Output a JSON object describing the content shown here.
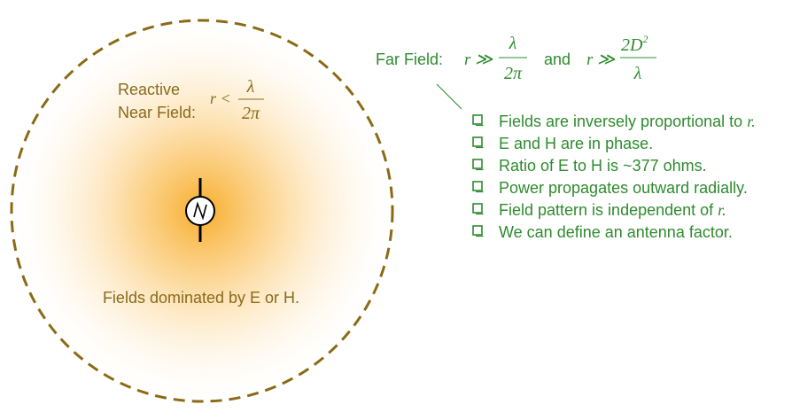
{
  "colors": {
    "near_text": "#8a6a1a",
    "far_text": "#2e8b2e",
    "boundary": "#8b6a14",
    "glow": "#f5a623",
    "antenna": "#000000"
  },
  "near_field": {
    "label_line1": "Reactive",
    "label_line2": "Near Field:",
    "condition_lhs": "r <",
    "condition_num": "λ",
    "condition_den": "2π",
    "caption": "Fields dominated by E or H."
  },
  "source_icon": "ac-source-icon",
  "far_field": {
    "label": "Far Field:",
    "cond1_lhs": "r ≫",
    "cond1_num": "λ",
    "cond1_den": "2π",
    "and_text": "and",
    "cond2_lhs": "r ≫",
    "cond2_num_base": "2D",
    "cond2_num_exp": "2",
    "cond2_den": "λ",
    "bullet_icon": "checkbox-icon",
    "bullets": [
      {
        "text": "Fields are inversely proportional to ",
        "math": "r."
      },
      {
        "text": "E and H are in phase.",
        "math": ""
      },
      {
        "text": "Ratio of E to H is ~377 ohms.",
        "math": ""
      },
      {
        "text": "Power propagates outward radially.",
        "math": ""
      },
      {
        "text": "Field pattern is independent of ",
        "math": "r."
      },
      {
        "text": "We can define an antenna factor.",
        "math": ""
      }
    ]
  }
}
